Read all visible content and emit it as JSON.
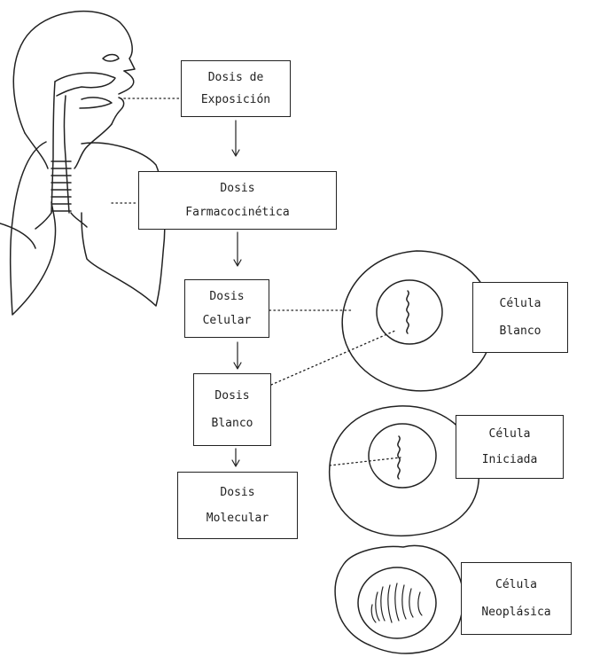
{
  "boxes": {
    "exposure": {
      "line1": "Dosis de",
      "line2": "Exposición"
    },
    "pharmaco": {
      "line1": "Dosis",
      "line2": "Farmacocinética"
    },
    "cellular": {
      "line1": "Dosis",
      "line2": "Celular"
    },
    "target": {
      "line1": "Dosis",
      "line2": "Blanco"
    },
    "molecular": {
      "line1": "Dosis",
      "line2": "Molecular"
    },
    "target_cell": {
      "line1": "Célula",
      "line2": "Blanco"
    },
    "initiated_cell": {
      "line1": "Célula",
      "line2": "Iniciada"
    },
    "neoplastic_cell": {
      "line1": "Célula",
      "line2": "Neoplásica"
    }
  }
}
